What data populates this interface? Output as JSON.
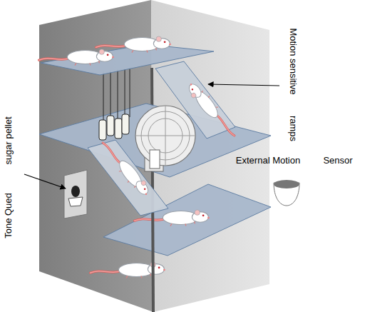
{
  "diagram": {
    "labels": [
      "Motion sensitive",
      "ramps",
      "External Motion",
      "Sensor",
      "sugar pellet",
      "Tone Qued"
    ]
  }
}
